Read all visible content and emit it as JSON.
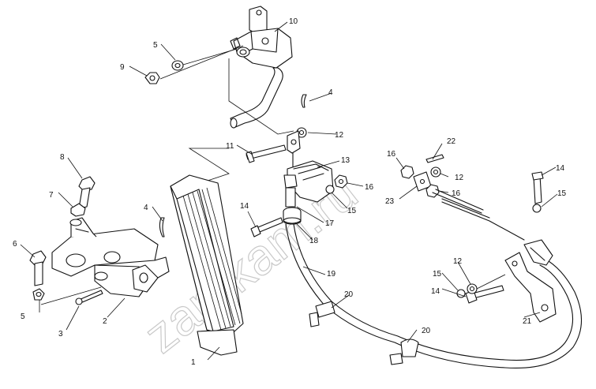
{
  "watermark": "zap-kam.ru",
  "labels": {
    "l1": "1",
    "l2": "2",
    "l3": "3",
    "l4a": "4",
    "l4b": "4",
    "l5a": "5",
    "l5b": "5",
    "l6": "6",
    "l7": "7",
    "l8": "8",
    "l9": "9",
    "l10": "10",
    "l11": "11",
    "l12a": "12",
    "l12b": "12",
    "l12c": "12",
    "l13": "13",
    "l14a": "14",
    "l14b": "14",
    "l14c": "14",
    "l15a": "15",
    "l15b": "15",
    "l15c": "15",
    "l16a": "16",
    "l16b": "16",
    "l16c": "16",
    "l17": "17",
    "l18": "18",
    "l19": "19",
    "l20a": "20",
    "l20b": "20",
    "l21": "21",
    "l22": "22",
    "l23": "23"
  }
}
